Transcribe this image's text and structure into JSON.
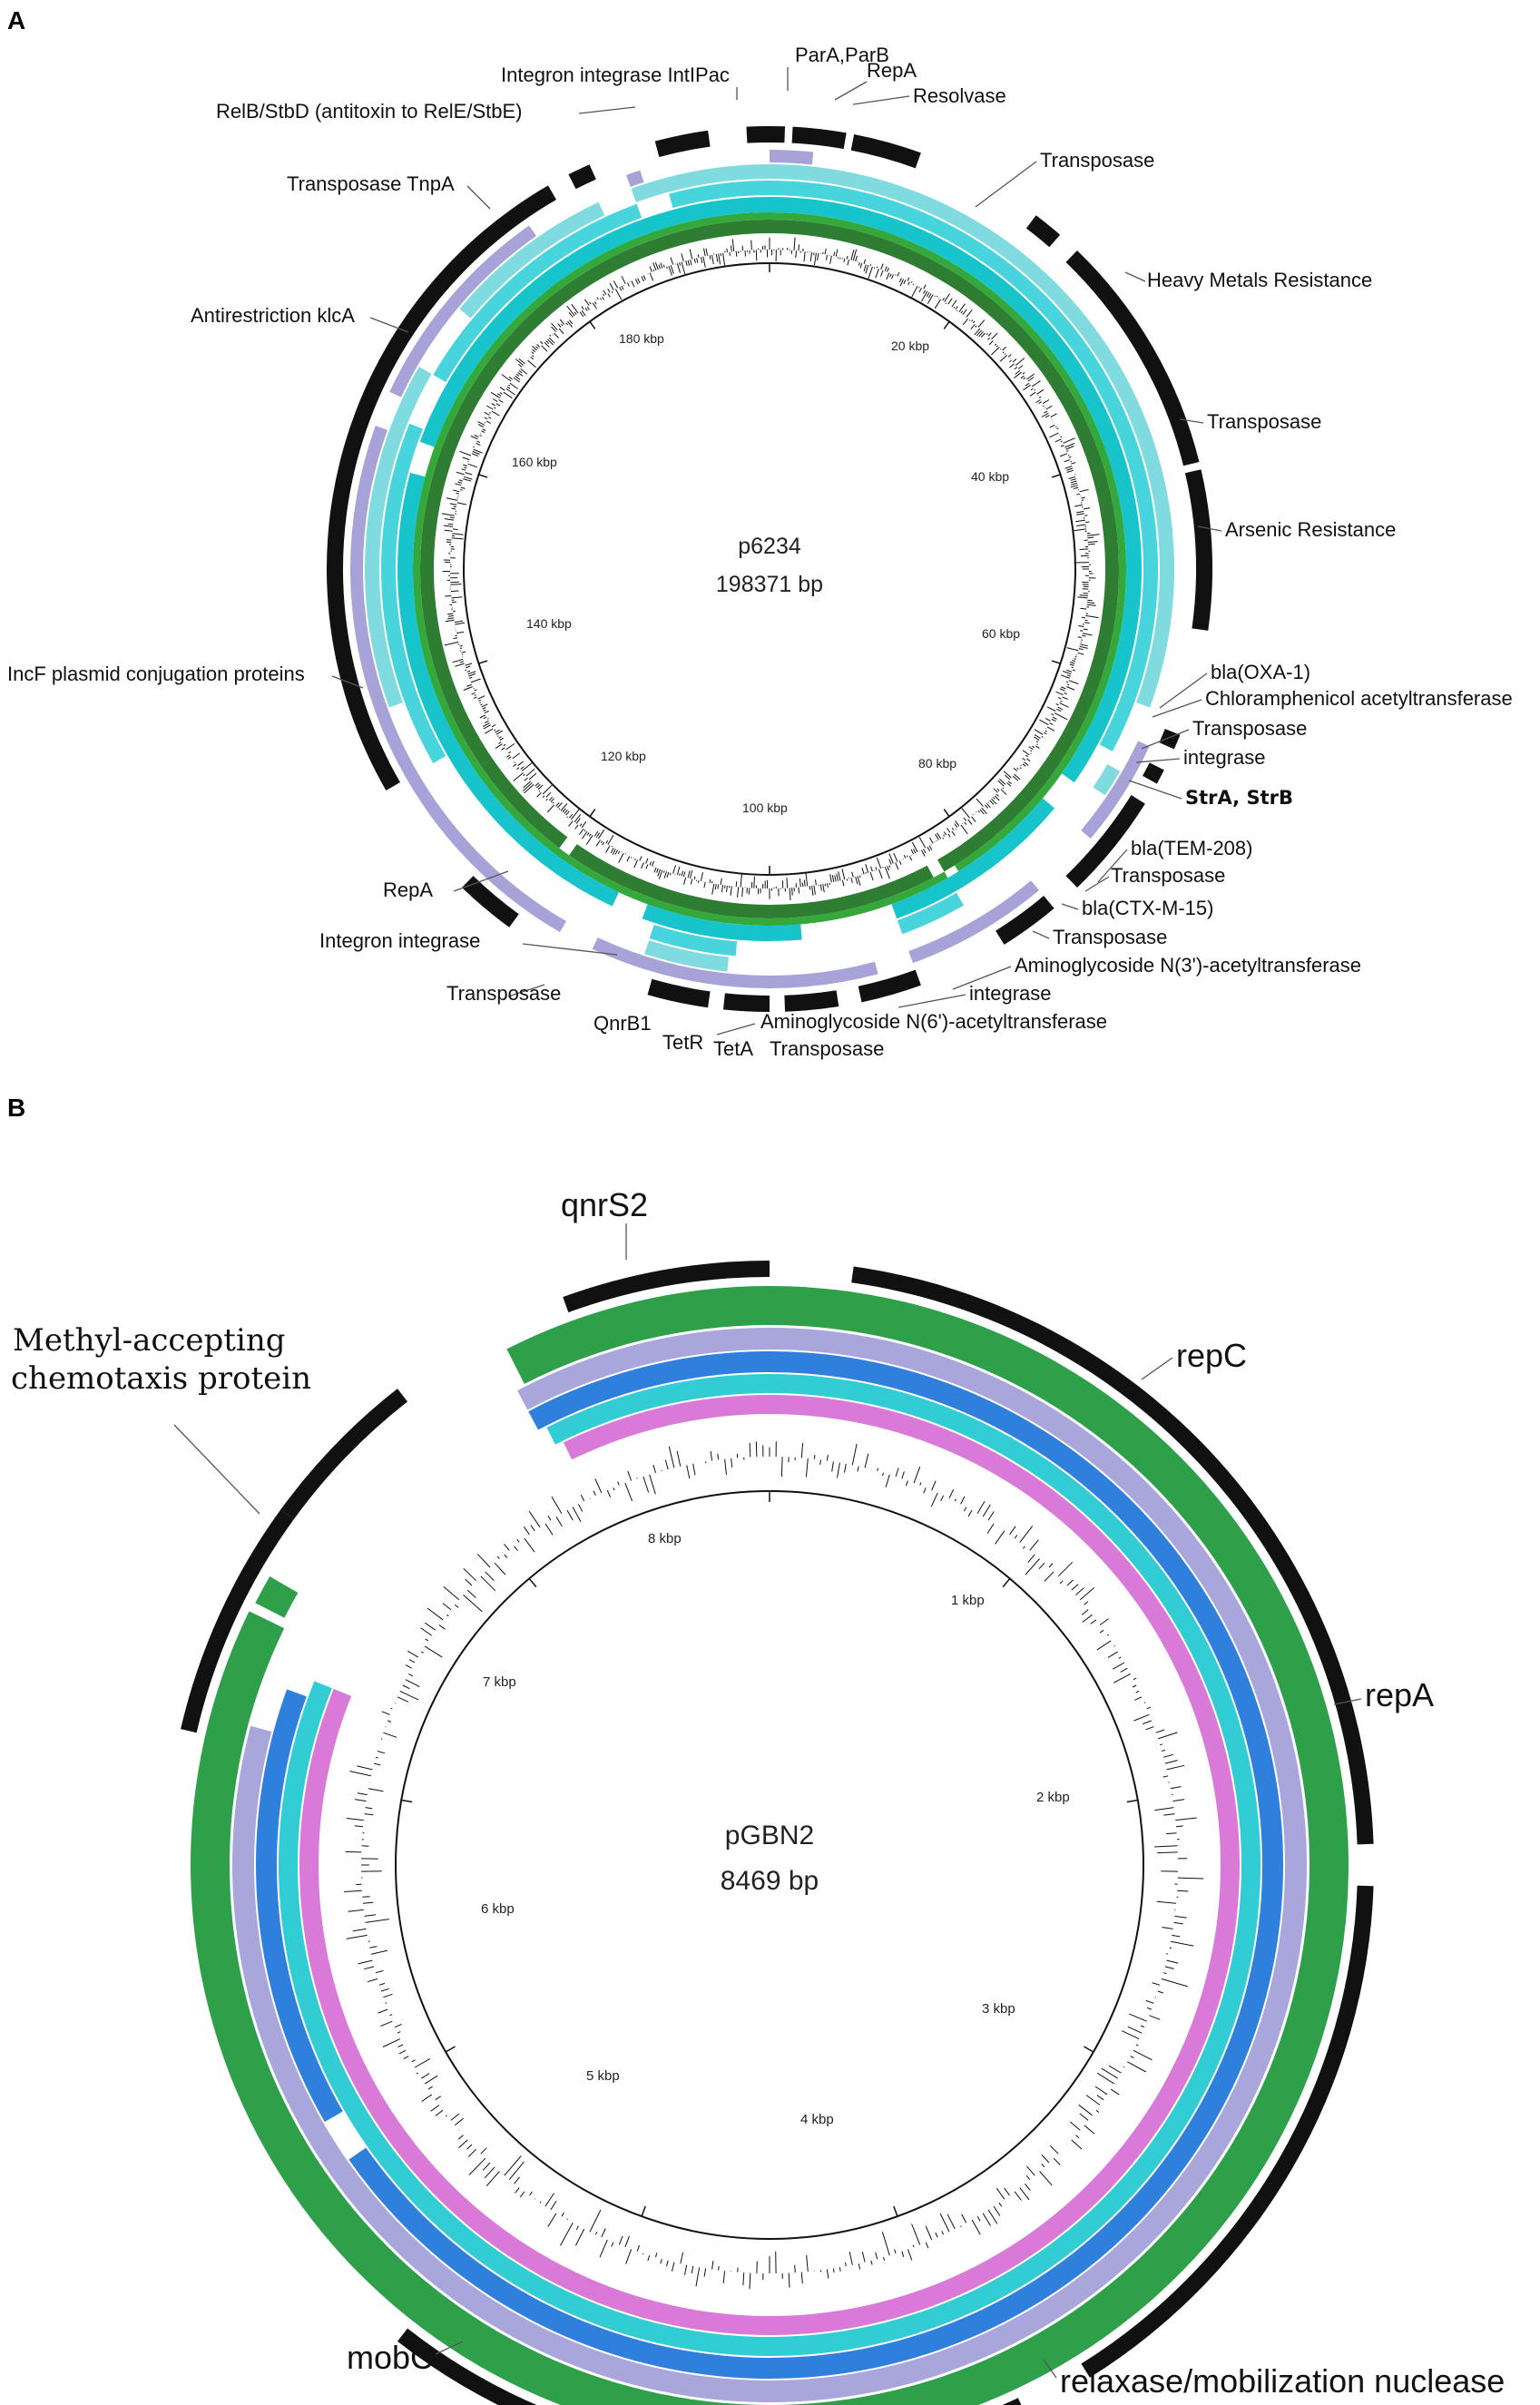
{
  "panels": [
    {
      "letter": "A",
      "plasmid_name": "p6234",
      "plasmid_size": "198371 bp",
      "total_kbp": 198.371,
      "tick_labels": [
        "20 kbp",
        "40 kbp",
        "60 kbp",
        "80 kbp",
        "100 kbp",
        "120 kbp",
        "140 kbp",
        "160 kbp",
        "180 kbp"
      ],
      "ring_colors": [
        "#2e7d32",
        "#34a83a",
        "#18c4cc",
        "#48d4dc",
        "#80dbe0",
        "#a7a3d8"
      ],
      "genes": [
        {
          "label": "Integron integrase IntIPac"
        },
        {
          "label": "ParA,ParB"
        },
        {
          "label": "RepA"
        },
        {
          "label": "Resolvase"
        },
        {
          "label": "Transposase"
        },
        {
          "label": "Heavy Metals Resistance"
        },
        {
          "label": "Transposase"
        },
        {
          "label": "Arsenic Resistance"
        },
        {
          "label": "bla(OXA-1)"
        },
        {
          "label": "Chloramphenicol acetyltransferase"
        },
        {
          "label": "Transposase"
        },
        {
          "label": "integrase"
        },
        {
          "label": "StrA, StrB"
        },
        {
          "label": "bla(TEM-208)"
        },
        {
          "label": "Transposase"
        },
        {
          "label": "bla(CTX-M-15)"
        },
        {
          "label": "Transposase"
        },
        {
          "label": "Aminoglycoside N(3')-acetyltransferase"
        },
        {
          "label": "integrase"
        },
        {
          "label": "Aminoglycoside N(6')-acetyltransferase"
        },
        {
          "label": "Transposase"
        },
        {
          "label": "TetA"
        },
        {
          "label": "TetR"
        },
        {
          "label": "QnrB1"
        },
        {
          "label": "Transposase"
        },
        {
          "label": "Integron integrase"
        },
        {
          "label": "RepA"
        },
        {
          "label": "IncF plasmid conjugation proteins"
        },
        {
          "label": "Antirestriction klcA"
        },
        {
          "label": "Transposase TnpA"
        },
        {
          "label": "RelB/StbD (antitoxin to RelE/StbE)"
        }
      ]
    },
    {
      "letter": "B",
      "plasmid_name": "pGBN2",
      "plasmid_size": "8469 bp",
      "total_kbp": 8.469,
      "tick_labels": [
        "1 kbp",
        "2 kbp",
        "3 kbp",
        "4 kbp",
        "5 kbp",
        "6 kbp",
        "7 kbp",
        "8 kbp"
      ],
      "ring_colors": [
        "#2ea04a",
        "#a9a6dc",
        "#2f7fdc",
        "#32ccd4",
        "#d97ad8"
      ],
      "genes": [
        {
          "label": "qnrS2"
        },
        {
          "label": "repC"
        },
        {
          "label": "repA"
        },
        {
          "label": "relaxase/mobilization nuclease"
        },
        {
          "label": "mobC"
        },
        {
          "label": "Methyl-accepting"
        },
        {
          "label": "chemotaxis protein"
        }
      ]
    }
  ]
}
